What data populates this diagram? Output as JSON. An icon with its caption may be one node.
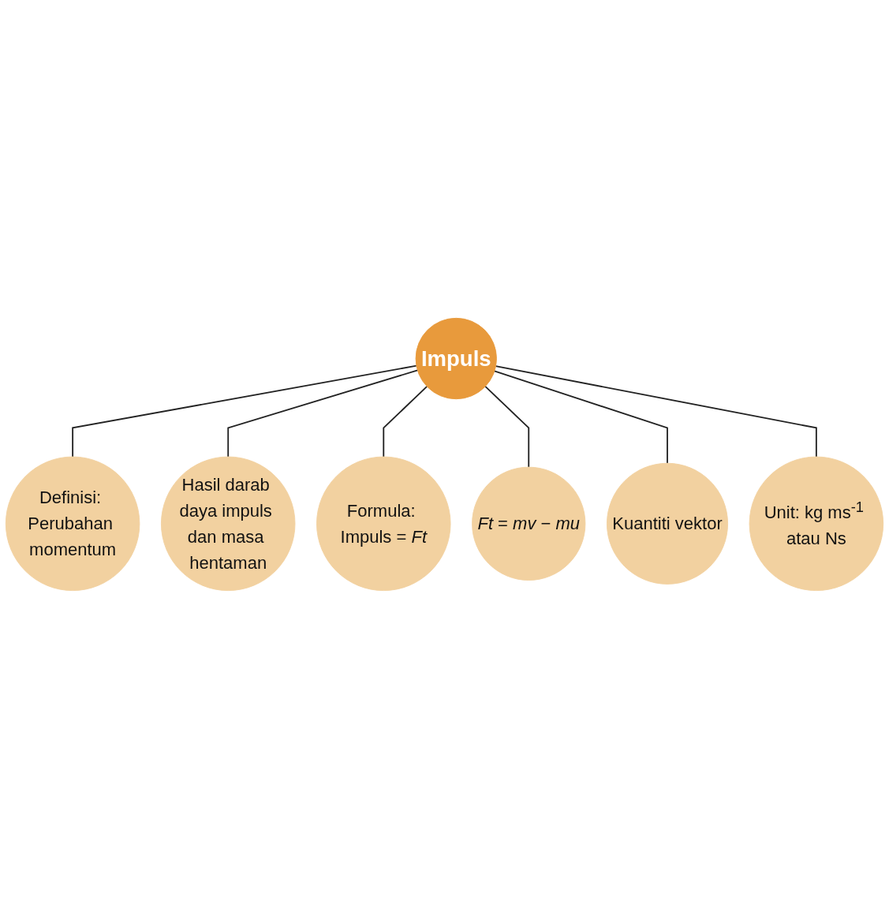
{
  "diagram": {
    "nodes": [
      {
        "text": [
          "Impuls"
        ]
      },
      {
        "text": [
          "Definisi: Perubahan momentum"
        ]
      },
      {
        "text": [
          "Hasil darab daya impuls dan masa hentaman"
        ]
      },
      {
        "text": [
          "Formula: Impuls = *Ft*"
        ]
      },
      {
        "text": [
          "*Ft* = *mv* − *mu*"
        ]
      },
      {
        "text": [
          "Kuantiti vektor"
        ]
      },
      {
        "text": [
          "Unit: kg ms$^{-1}$ atau Ns"
        ]
      }
    ],
    "edges": [
      {
        "from": 0,
        "to": 1,
        "arrow": "none"
      },
      {
        "from": 0,
        "to": 2,
        "arrow": "none"
      },
      {
        "from": 0,
        "to": 3,
        "arrow": "none"
      },
      {
        "from": 0,
        "to": 4,
        "arrow": "none"
      },
      {
        "from": 0,
        "to": 5,
        "arrow": "none"
      },
      {
        "from": 0,
        "to": 6,
        "arrow": "none"
      }
    ]
  }
}
